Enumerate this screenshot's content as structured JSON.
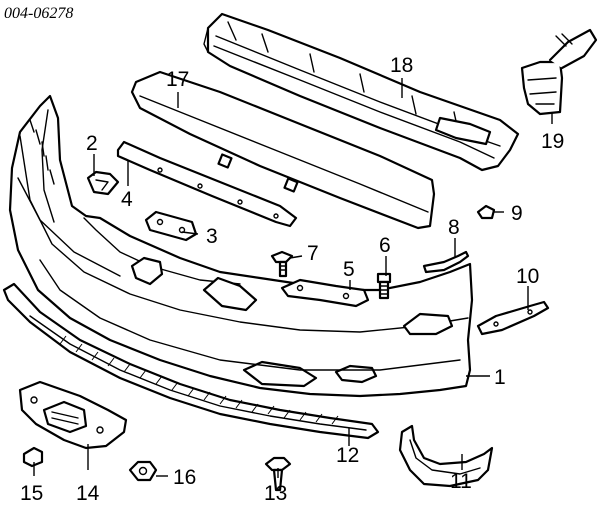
{
  "diagram_code": "004-06278",
  "callouts": [
    {
      "id": "c1",
      "label": "1"
    },
    {
      "id": "c2",
      "label": "2"
    },
    {
      "id": "c3",
      "label": "3"
    },
    {
      "id": "c4",
      "label": "4"
    },
    {
      "id": "c5",
      "label": "5"
    },
    {
      "id": "c6",
      "label": "6"
    },
    {
      "id": "c7",
      "label": "7"
    },
    {
      "id": "c8",
      "label": "8"
    },
    {
      "id": "c9",
      "label": "9"
    },
    {
      "id": "c10",
      "label": "10"
    },
    {
      "id": "c11",
      "label": "11"
    },
    {
      "id": "c12",
      "label": "12"
    },
    {
      "id": "c13",
      "label": "13"
    },
    {
      "id": "c14",
      "label": "14"
    },
    {
      "id": "c15",
      "label": "15"
    },
    {
      "id": "c16",
      "label": "16"
    },
    {
      "id": "c17",
      "label": "17"
    },
    {
      "id": "c18",
      "label": "18"
    },
    {
      "id": "c19",
      "label": "19"
    }
  ]
}
